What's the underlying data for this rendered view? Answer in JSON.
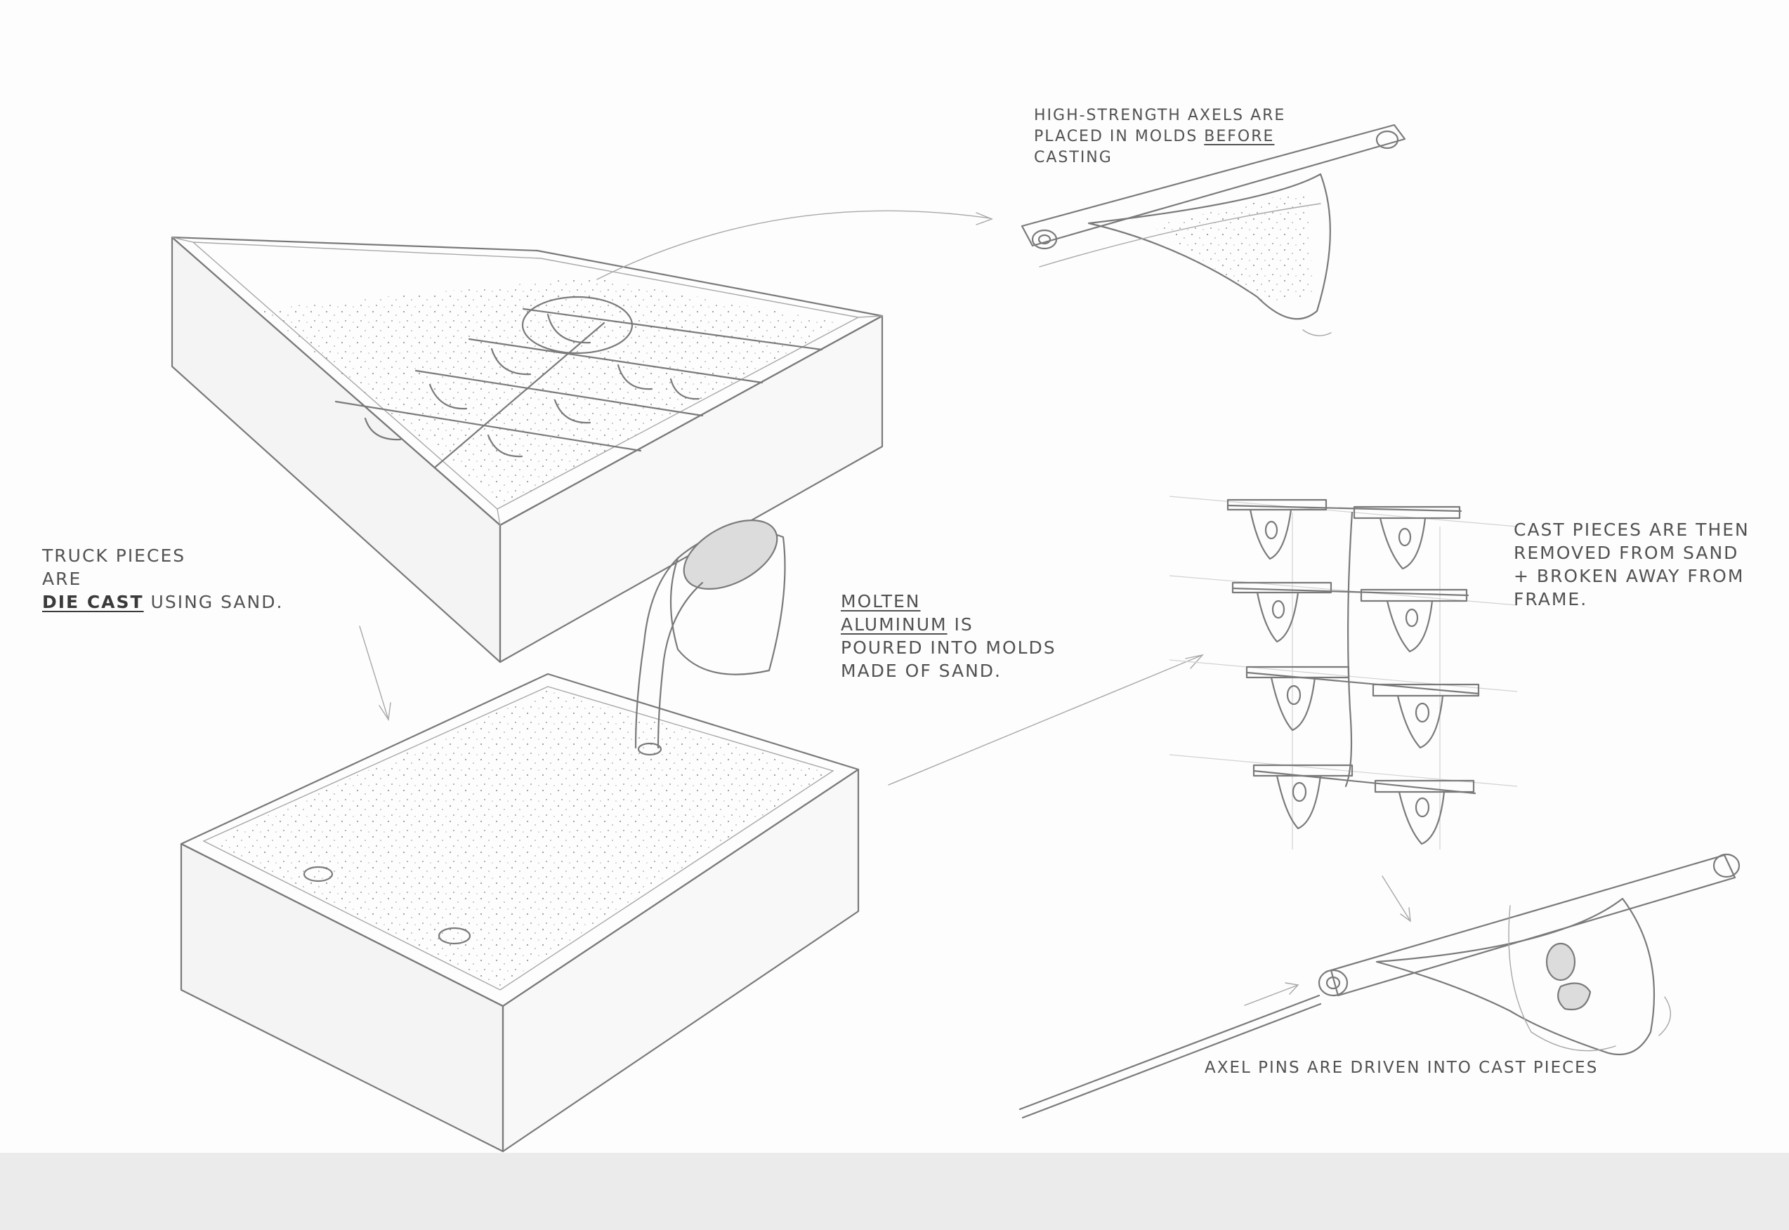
{
  "colors": {
    "paper": "#fdfdfd",
    "scan_background": "#ebebeb",
    "graphite": "#7a7a7a"
  },
  "annotations": {
    "die_cast": {
      "line1_prefix": "Truck Pieces ",
      "line1_emph": "are",
      "line2_emph": "Die Cast",
      "line2_rest": " using sand."
    },
    "molten": {
      "line1": "Molten",
      "line2_emph": "Aluminum",
      "line2_rest": " is",
      "line3": "poured into molds",
      "line4": "made of sand."
    },
    "axels": {
      "line1": "High-strength axels are",
      "line2_prefix": "placed in molds ",
      "line2_emph": "before",
      "line3": "casting"
    },
    "cast_pieces": {
      "line1": "Cast pieces are then",
      "line2": "removed from sand",
      "line3": "+ broken away from",
      "line4": "frame."
    },
    "axel_pins": {
      "line1": "Axel pins are driven into cast pieces"
    }
  }
}
